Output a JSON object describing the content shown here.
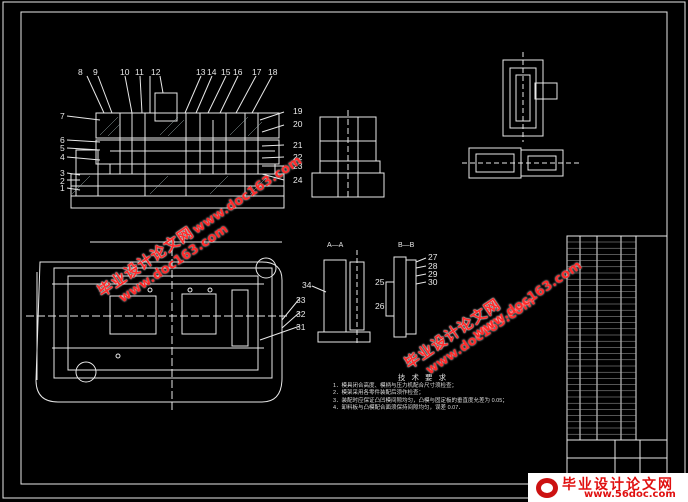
{
  "drawing": {
    "labels_top": [
      "8",
      "9",
      "10",
      "11",
      "12",
      "13",
      "14",
      "15",
      "16",
      "17",
      "18"
    ],
    "labels_left": [
      "7",
      "6",
      "5",
      "4",
      "3",
      "2",
      "1"
    ],
    "labels_right": [
      "19",
      "20",
      "21",
      "22",
      "23",
      "24"
    ],
    "labels_sections": [
      "27",
      "28",
      "29",
      "30",
      "25",
      "26",
      "34",
      "33",
      "32",
      "31"
    ],
    "section_aa": "A—A",
    "section_bb": "B—B"
  },
  "tech_notes": {
    "title": "技 术 要 求",
    "items": [
      "1．模具闭合高度、模柄与压力机配合尺寸须检查；",
      "2．模架采用各零件装配后须作检查；",
      "3．装配时应保证凸凹模间隙均匀，凸模与固定板的垂直度允差为 0.05；",
      "4．卸料板与凸模配合面须保持间隙均匀，误差 0.07．"
    ]
  },
  "watermarks": {
    "site_name": "毕业设计论文网",
    "site_url": "www.doc163.com"
  },
  "footer": {
    "title": "毕业设计论文网",
    "url": "www.56doc.com"
  },
  "colors": {
    "background": "#000000",
    "line": "#e8e8e8",
    "watermark": "#ff2b2b",
    "footer_red": "#e01010"
  }
}
